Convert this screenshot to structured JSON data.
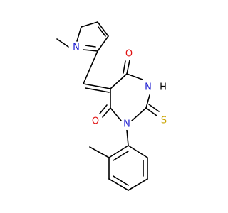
{
  "molecule": {
    "atom_labels": {
      "N_pyrrole": "N",
      "O_upper": "O",
      "N_H": "N",
      "H_on_N": "H",
      "O_lower": "O",
      "N_aryl": "N",
      "S_thione": "S"
    },
    "colors": {
      "bond": "#000000",
      "nitrogen": "#1f1fd1",
      "oxygen": "#e01010",
      "sulfur": "#c9a400",
      "hydrogen": "#000000",
      "background": "#ffffff"
    }
  }
}
